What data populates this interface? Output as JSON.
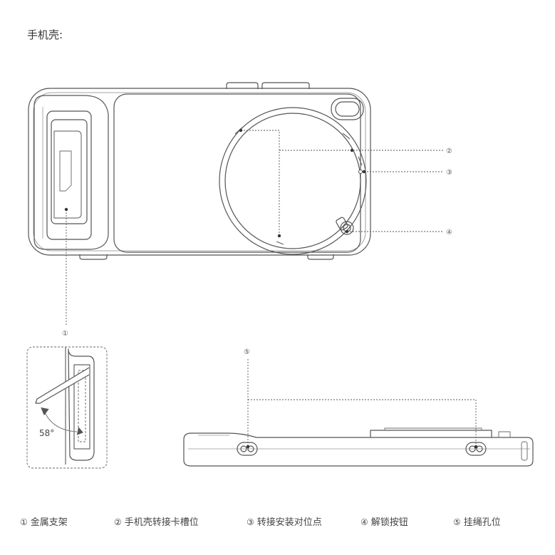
{
  "title": "手机壳:",
  "angle_label": "58°",
  "callouts": [
    "①",
    "②",
    "③",
    "④",
    "⑤"
  ],
  "legend": [
    {
      "num": "①",
      "label": "金属支架"
    },
    {
      "num": "②",
      "label": "手机壳转接卡槽位"
    },
    {
      "num": "③",
      "label": "转接安装对位点"
    },
    {
      "num": "④",
      "label": "解锁按钮"
    },
    {
      "num": "⑤",
      "label": "挂绳孔位"
    }
  ]
}
